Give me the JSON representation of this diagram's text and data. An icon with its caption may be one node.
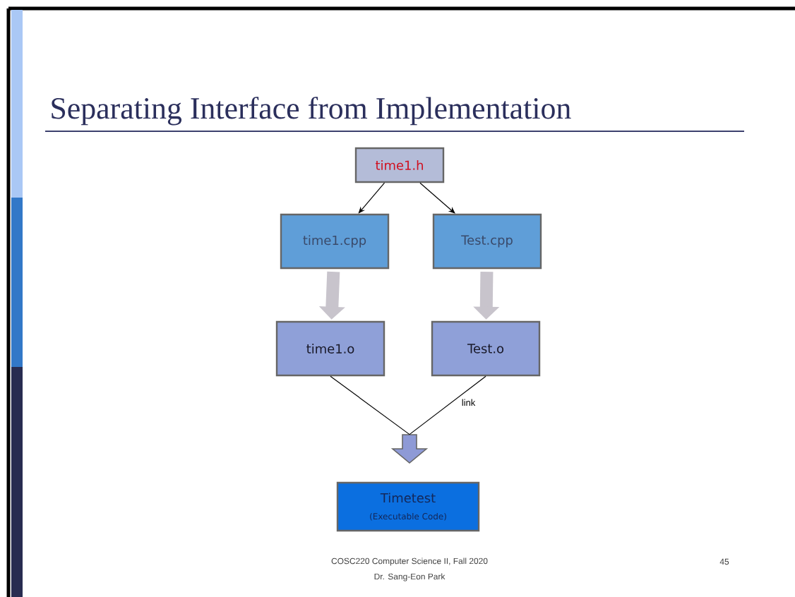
{
  "diagram": {
    "title": "Separating Interface from Implementation",
    "nodes": [
      {
        "text": [
          "time1.h"
        ]
      },
      {
        "text": [
          "time1.cpp"
        ]
      },
      {
        "text": [
          "Test.cpp"
        ]
      },
      {
        "text": [
          "time1.o"
        ]
      },
      {
        "text": [
          "Test.o"
        ]
      },
      {
        "text": [],
        "shape": "arrow"
      },
      {
        "text": [
          "Timetest",
          "(Executable Code)"
        ]
      }
    ],
    "edges": [
      {
        "from": 0,
        "to": 1,
        "arrow": "to"
      },
      {
        "from": 0,
        "to": 2,
        "arrow": "to"
      },
      {
        "from": 1,
        "to": 3,
        "arrow": "to",
        "style": "thick",
        "color": "#c8c4cc"
      },
      {
        "from": 2,
        "to": 4,
        "arrow": "to",
        "style": "thick",
        "color": "#c8c4cc"
      },
      {
        "from": 3,
        "to": 5,
        "arrow": "none"
      },
      {
        "from": 4,
        "to": 5,
        "arrow": "none",
        "label": "link"
      }
    ],
    "labels": [
      "COSC220 Computer Science II, Fall 2020",
      "Dr. Sang-Eon Park",
      "45"
    ]
  }
}
